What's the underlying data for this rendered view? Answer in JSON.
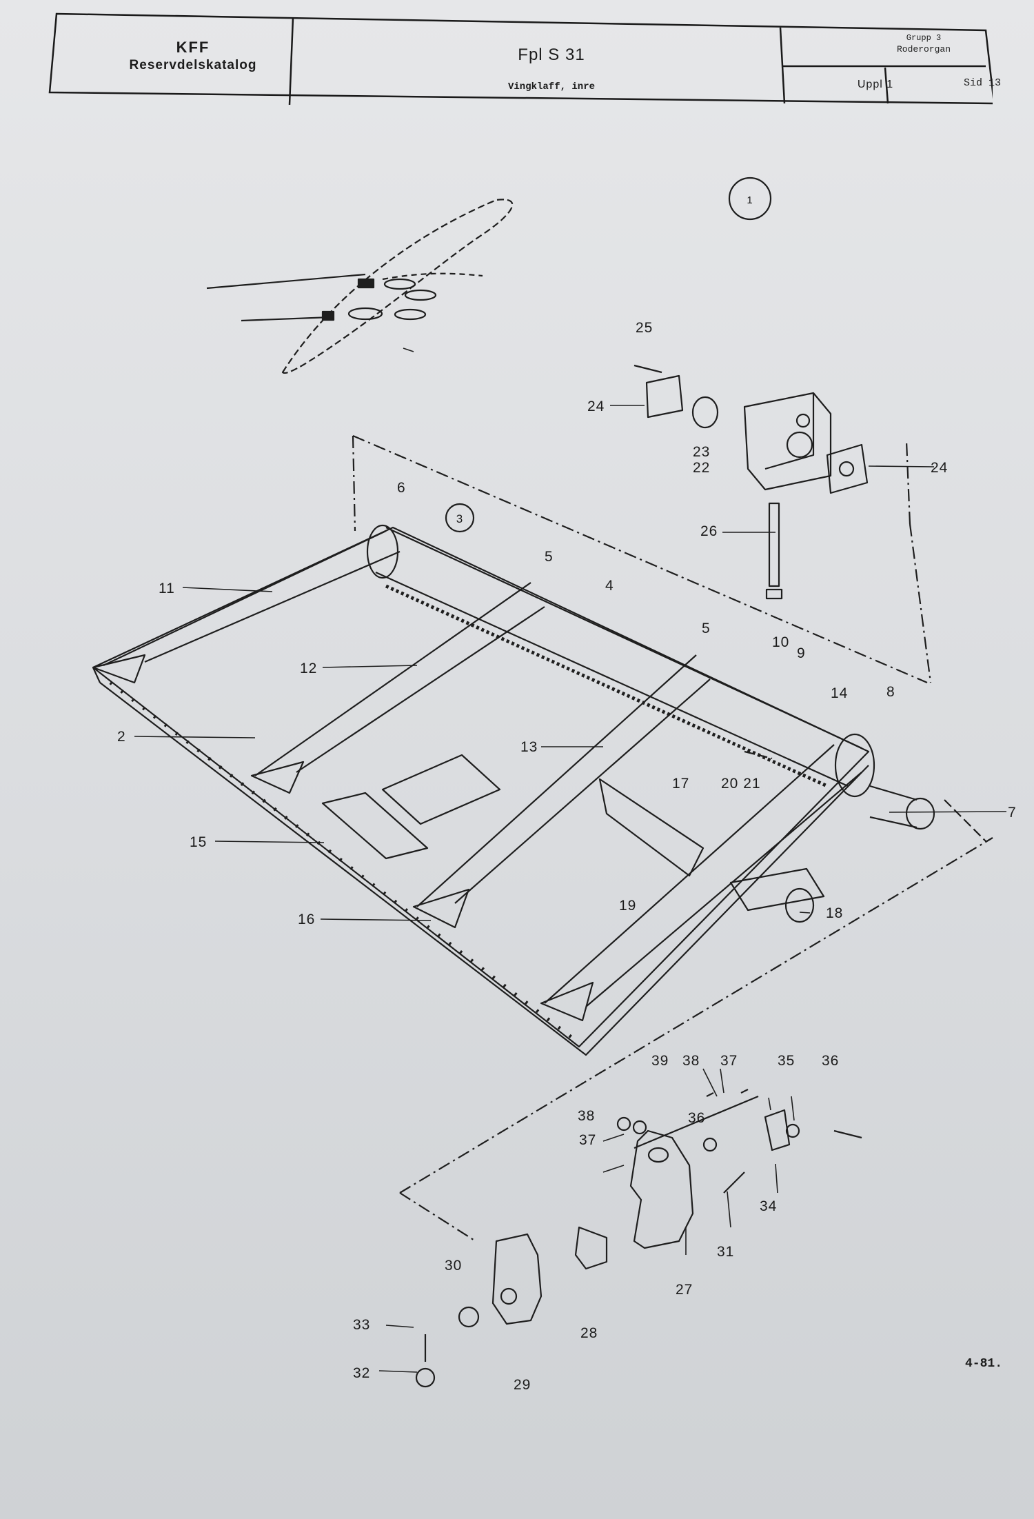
{
  "header": {
    "organization": "KFF",
    "catalog": "Reservdelskatalog",
    "publication": "Fpl S 31",
    "subtitle": "Vingklaff, inre",
    "group": "Grupp 3",
    "section": "Roderorgan",
    "edition": "Uppl 1",
    "page": "Sid 13"
  },
  "drawing": {
    "callouts": {
      "view": "1",
      "sub": "3"
    },
    "labels": {
      "l2": "2",
      "l4": "4",
      "l5a": "5",
      "l5b": "5",
      "l6": "6",
      "l7": "7",
      "l8": "8",
      "l9": "9",
      "l10": "10",
      "l11": "11",
      "l12": "12",
      "l13": "13",
      "l14": "14",
      "l15": "15",
      "l16": "16",
      "l17": "17",
      "l18": "18",
      "l19": "19",
      "l2021": "20 21",
      "l22": "22",
      "l23": "23",
      "l24a": "24",
      "l24b": "24",
      "l25": "25",
      "l26": "26",
      "l27": "27",
      "l28": "28",
      "l29": "29",
      "l30": "30",
      "l31": "31",
      "l32": "32",
      "l33": "33",
      "l34": "34",
      "l35a": "35",
      "l36a": "36",
      "l37a": "37",
      "l38a": "38",
      "l39": "39",
      "l36b": "36",
      "l37b": "37",
      "l38b": "38"
    },
    "mark": "4-81."
  }
}
